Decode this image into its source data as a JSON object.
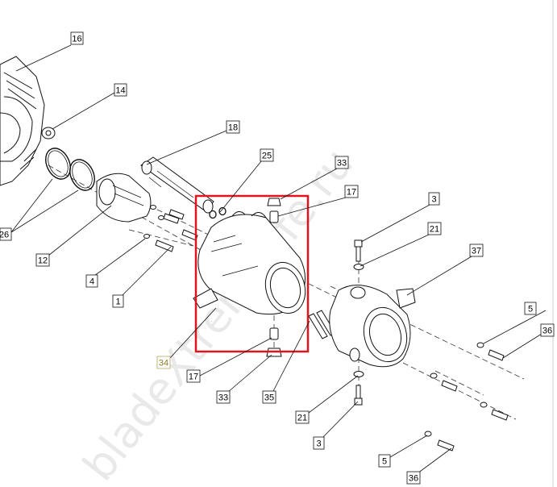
{
  "diagram": {
    "type": "exploded-parts-diagram",
    "highlight_color": "#e0141e",
    "line_color": "#111111",
    "highlighted_part": "34",
    "watermark": "bladeXtremelife.ru",
    "callouts": [
      {
        "id": "16",
        "label": "16"
      },
      {
        "id": "14",
        "label": "14"
      },
      {
        "id": "18",
        "label": "18"
      },
      {
        "id": "25",
        "label": "25"
      },
      {
        "id": "33a",
        "label": "33"
      },
      {
        "id": "17a",
        "label": "17"
      },
      {
        "id": "3a",
        "label": "3"
      },
      {
        "id": "21a",
        "label": "21"
      },
      {
        "id": "37",
        "label": "37"
      },
      {
        "id": "26",
        "label": "26"
      },
      {
        "id": "12",
        "label": "12"
      },
      {
        "id": "4",
        "label": "4"
      },
      {
        "id": "1",
        "label": "1"
      },
      {
        "id": "34",
        "label": "34"
      },
      {
        "id": "17b",
        "label": "17"
      },
      {
        "id": "33b",
        "label": "33"
      },
      {
        "id": "35",
        "label": "35"
      },
      {
        "id": "5a",
        "label": "5"
      },
      {
        "id": "36a",
        "label": "36"
      },
      {
        "id": "21b",
        "label": "21"
      },
      {
        "id": "3b",
        "label": "3"
      },
      {
        "id": "5b",
        "label": "5"
      },
      {
        "id": "36b",
        "label": "36"
      }
    ]
  }
}
